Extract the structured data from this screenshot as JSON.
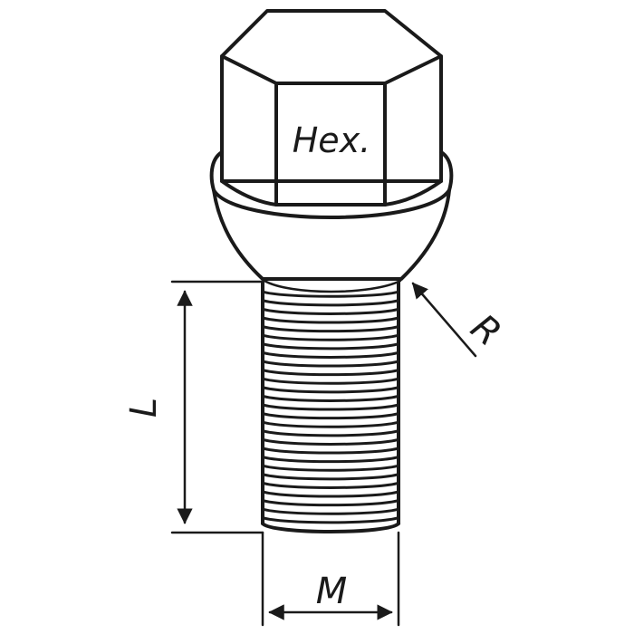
{
  "labels": {
    "hex": "Hex.",
    "length": "L",
    "thread": "M",
    "radius": "R"
  },
  "colors": {
    "line": "#1a1a1a",
    "background": "#ffffff"
  }
}
